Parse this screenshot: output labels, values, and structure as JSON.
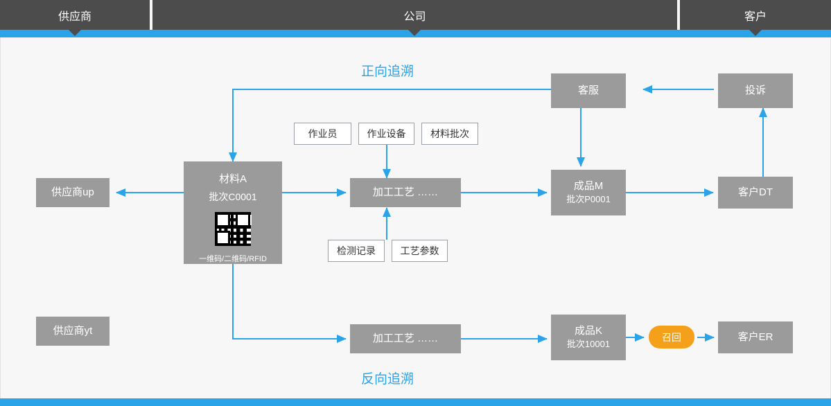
{
  "header": {
    "segments": [
      {
        "label": "供应商"
      },
      {
        "label": "公司"
      },
      {
        "label": "客户"
      }
    ]
  },
  "titles": {
    "forward": "正向追溯",
    "backward": "反向追溯"
  },
  "colors": {
    "accent_blue": "#2aa3e8",
    "header_grey": "#4c4c4c",
    "node_grey": "#9b9b9b",
    "recall_orange": "#f5a01b",
    "canvas_bg": "#f7f7f7"
  },
  "nodes": {
    "supplier_up": {
      "label": "供应商up"
    },
    "supplier_yt": {
      "label": "供应商yt"
    },
    "material_a": {
      "name": "材料A",
      "batch": "批次C0001",
      "codes": "一维码/二维码/RFID",
      "qr_icon": "qr-code-icon"
    },
    "process_top": {
      "label": "加工工艺  ……"
    },
    "process_bottom": {
      "label": "加工工艺  ……"
    },
    "product_m": {
      "name": "成品M",
      "batch": "批次P0001"
    },
    "product_k": {
      "name": "成品K",
      "batch": "批次10001"
    },
    "customer_service": {
      "label": "客服"
    },
    "complaint": {
      "label": "投诉"
    },
    "customer_dt": {
      "label": "客户DT"
    },
    "customer_er": {
      "label": "客户ER"
    },
    "recall": {
      "label": "召回"
    }
  },
  "attributes": {
    "top": [
      {
        "label": "作业员"
      },
      {
        "label": "作业设备"
      },
      {
        "label": "材料批次"
      }
    ],
    "bottom": [
      {
        "label": "检测记录"
      },
      {
        "label": "工艺参数"
      }
    ]
  }
}
